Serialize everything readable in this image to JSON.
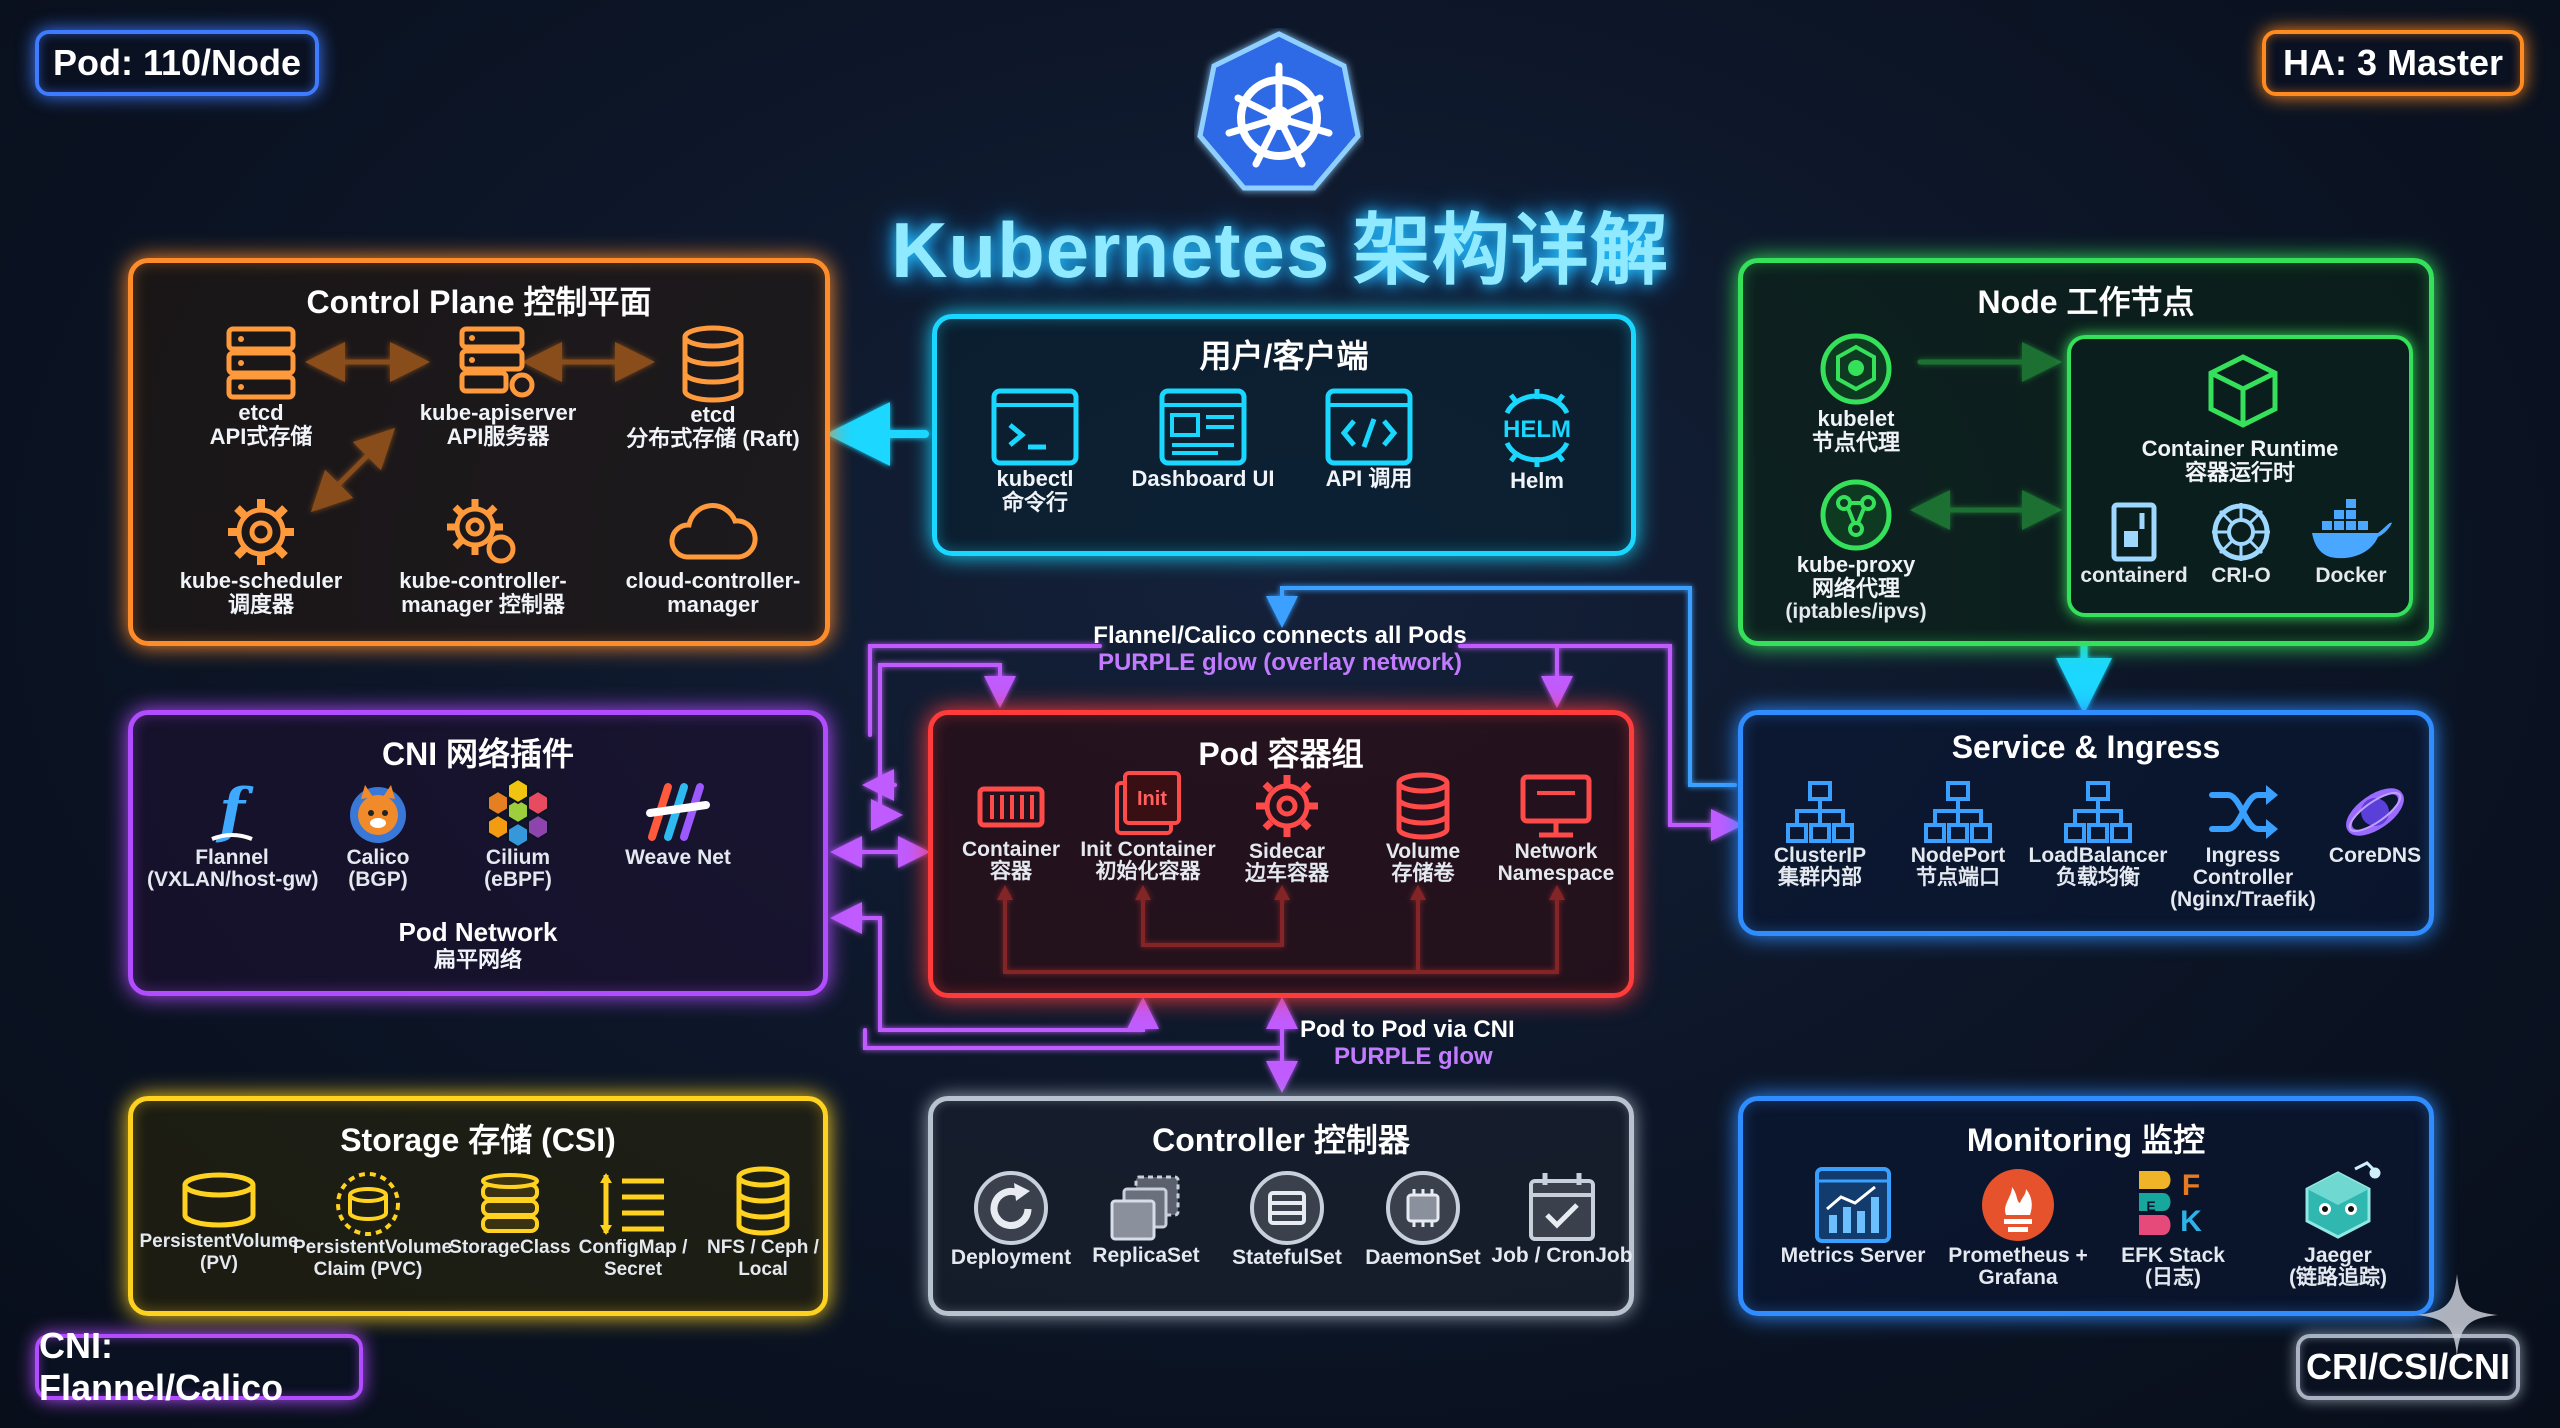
{
  "badges": {
    "top_left": "Pod: 110/Node",
    "top_right": "HA: 3 Master",
    "bottom_left": "CNI: Flannel/Calico",
    "bottom_right": "CRI/CSI/CNI"
  },
  "title": "Kubernetes 架构详解",
  "control_plane": {
    "title": "Control Plane 控制平面",
    "items": [
      {
        "label": "etcd",
        "sub": "API式存储",
        "icon": "server-icon"
      },
      {
        "label": "kube-apiserver",
        "sub": "API服务器",
        "icon": "server-gear-icon"
      },
      {
        "label": "etcd",
        "sub": "分布式存储 (Raft)",
        "icon": "database-icon"
      },
      {
        "label": "kube-scheduler",
        "sub": "调度器",
        "icon": "gear-icon"
      },
      {
        "label": "kube-controller-",
        "sub": "manager 控制器",
        "icon": "gears-icon"
      },
      {
        "label": "cloud-controller-",
        "sub": "manager",
        "icon": "cloud-icon"
      }
    ]
  },
  "client": {
    "title": "用户/客户端",
    "items": [
      {
        "label": "kubectl",
        "sub": "命令行",
        "icon": "terminal-icon"
      },
      {
        "label": "Dashboard UI",
        "sub": "",
        "icon": "dashboard-icon"
      },
      {
        "label": "API 调用",
        "sub": "",
        "icon": "code-icon"
      },
      {
        "label": "Helm",
        "sub": "",
        "icon": "helm-icon",
        "logo_text": "HELM"
      }
    ]
  },
  "node": {
    "title": "Node 工作节点",
    "kubelet": {
      "label": "kubelet",
      "sub": "节点代理"
    },
    "kube_proxy": {
      "label": "kube-proxy",
      "sub": "网络代理",
      "sub2": "(iptables/ipvs)"
    },
    "runtime": {
      "title": "Container Runtime",
      "sub": "容器运行时",
      "items": [
        {
          "label": "containerd",
          "icon": "containerd-icon"
        },
        {
          "label": "CRI-O",
          "icon": "crio-icon"
        },
        {
          "label": "Docker",
          "icon": "docker-icon"
        }
      ]
    }
  },
  "overlay_note": {
    "line1": "Flannel/Calico connects all Pods",
    "line2": "PURPLE glow (overlay network)"
  },
  "cni": {
    "title": "CNI 网络插件",
    "items": [
      {
        "label": "Flannel",
        "sub": "(VXLAN/host-gw)",
        "icon": "flannel-icon"
      },
      {
        "label": "Calico",
        "sub": "(BGP)",
        "icon": "calico-icon"
      },
      {
        "label": "Cilium",
        "sub": "(eBPF)",
        "icon": "cilium-icon"
      },
      {
        "label": "Weave Net",
        "sub": "",
        "icon": "weave-icon"
      }
    ],
    "footer": "Pod Network",
    "footer_sub": "扁平网络"
  },
  "pod": {
    "title": "Pod 容器组",
    "items": [
      {
        "label": "Container",
        "sub": "容器",
        "icon": "container-icon"
      },
      {
        "label": "Init Container",
        "sub": "初始化容器",
        "icon": "init-container-icon",
        "icon_text": "Init"
      },
      {
        "label": "Sidecar",
        "sub": "边车容器",
        "icon": "sidecar-gear-icon"
      },
      {
        "label": "Volume",
        "sub": "存储卷",
        "icon": "volume-icon"
      },
      {
        "label": "Network",
        "sub": "Namespace",
        "icon": "network-monitor-icon"
      }
    ]
  },
  "service": {
    "title": "Service & Ingress",
    "items": [
      {
        "label": "ClusterIP",
        "sub": "集群内部",
        "icon": "hierarchy-icon"
      },
      {
        "label": "NodePort",
        "sub": "节点端口",
        "icon": "hierarchy-icon"
      },
      {
        "label": "LoadBalancer",
        "sub": "负载均衡",
        "icon": "hierarchy-icon"
      },
      {
        "label": "Ingress",
        "sub": "Controller",
        "sub2": "(Nginx/Traefik)",
        "icon": "shuffle-icon"
      },
      {
        "label": "CoreDNS",
        "sub": "",
        "icon": "coredns-icon"
      }
    ]
  },
  "pod_note": {
    "line1": "Pod to Pod via CNI",
    "line2": "PURPLE glow"
  },
  "storage": {
    "title": "Storage 存储 (CSI)",
    "items": [
      {
        "label": "PersistentVolume",
        "sub": "(PV)",
        "icon": "disk-icon"
      },
      {
        "label": "PersistentVolume",
        "sub": "Claim (PVC)",
        "icon": "disk-dashed-icon"
      },
      {
        "label": "StorageClass",
        "sub": "",
        "icon": "stack-icon"
      },
      {
        "label": "ConfigMap /",
        "sub": "Secret",
        "icon": "list-icon"
      },
      {
        "label": "NFS / Ceph /",
        "sub": "Local",
        "icon": "database-icon"
      }
    ]
  },
  "controller": {
    "title": "Controller 控制器",
    "items": [
      {
        "label": "Deployment",
        "sub": "",
        "icon": "refresh-icon"
      },
      {
        "label": "ReplicaSet",
        "sub": "",
        "icon": "copies-icon"
      },
      {
        "label": "StatefulSet",
        "sub": "",
        "icon": "stateful-icon"
      },
      {
        "label": "DaemonSet",
        "sub": "",
        "icon": "chip-icon"
      },
      {
        "label": "Job / CronJob",
        "sub": "",
        "icon": "calendar-check-icon"
      }
    ]
  },
  "monitoring": {
    "title": "Monitoring 监控",
    "items": [
      {
        "label": "Metrics Server",
        "sub": "",
        "icon": "chart-icon"
      },
      {
        "label": "Prometheus +",
        "sub": "Grafana",
        "icon": "prometheus-icon"
      },
      {
        "label": "EFK Stack",
        "sub": "(日志)",
        "icon": "efk-icon",
        "logo_text": [
          "E",
          "F",
          "K"
        ]
      },
      {
        "label": "Jaeger",
        "sub": "(链路追踪)",
        "icon": "jaeger-icon"
      }
    ]
  },
  "colors": {
    "orange": "#ff8c2a",
    "cyan": "#1ad7ff",
    "green": "#35e05a",
    "purple": "#b24cff",
    "red": "#ff3b3b",
    "blue": "#2f8dff",
    "yellow": "#ffd21f",
    "gray": "#b9c2cf"
  }
}
